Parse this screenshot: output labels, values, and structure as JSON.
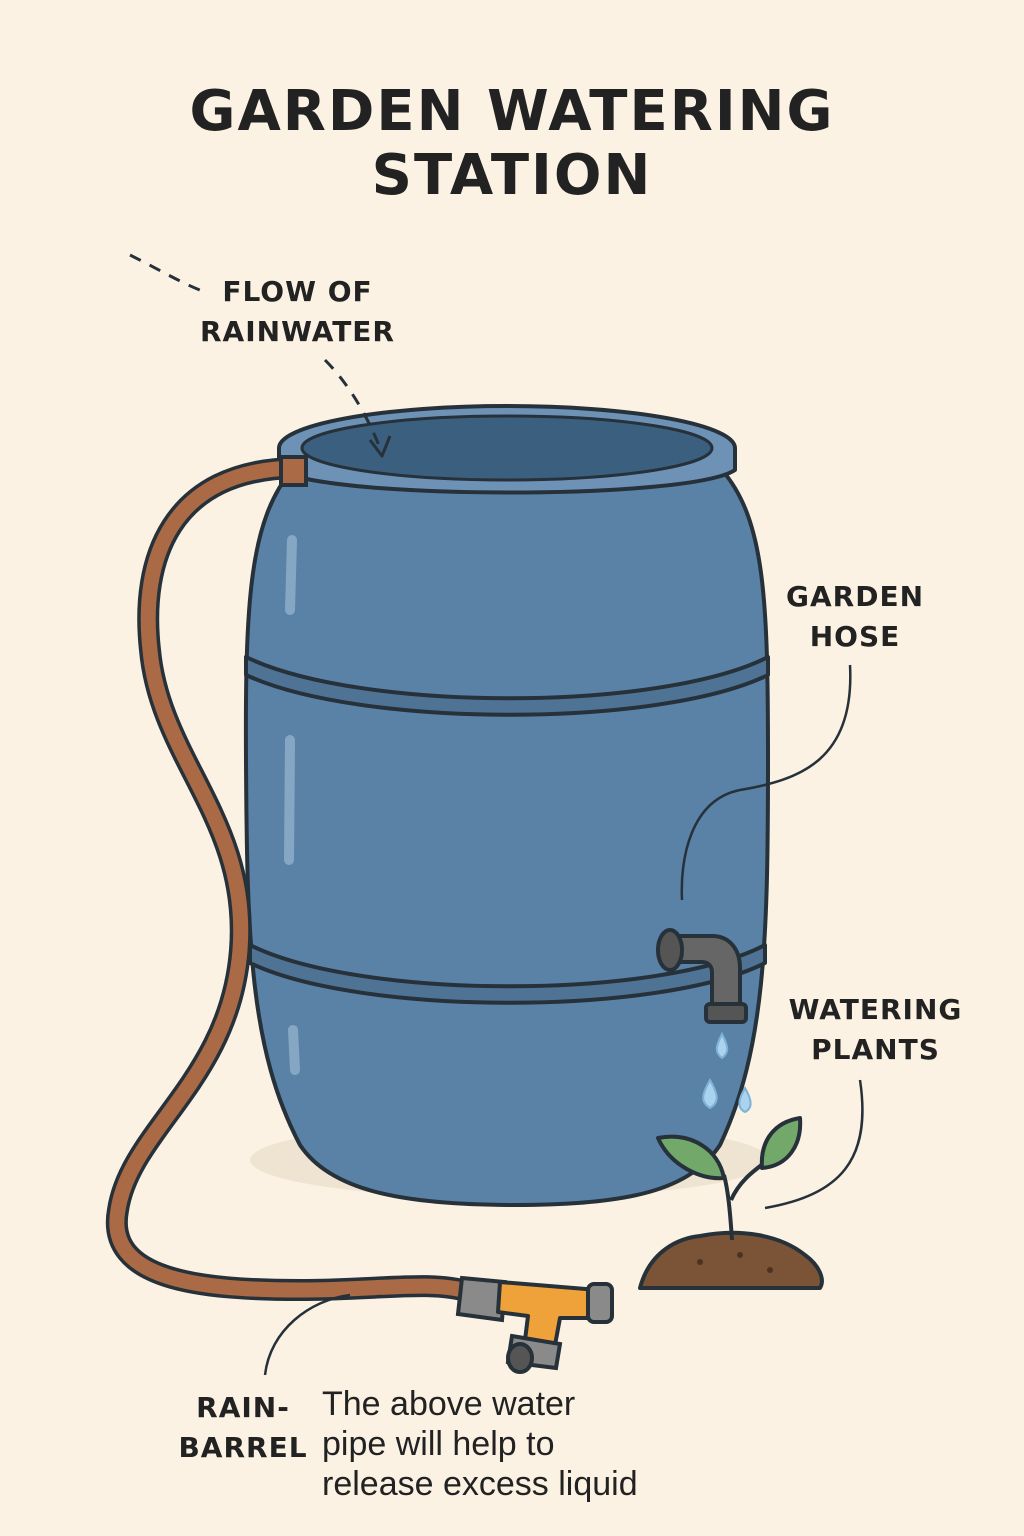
{
  "title_line1": "GARDEN WATERING",
  "title_line2": "STATION",
  "labels": {
    "flow": [
      "FLOW OF",
      "RAINWATER"
    ],
    "hose": [
      "GARDEN",
      "HOSE"
    ],
    "plants": [
      "WATERING",
      "PLANTS"
    ],
    "barrel": [
      "RAIN-",
      "BARREL"
    ]
  },
  "note": [
    "The above water",
    "pipe will help to",
    "release excess liquid"
  ],
  "colors": {
    "background": "#fbf2e4",
    "barrel": "#5a81a6",
    "hose": "#a96a45",
    "nozzle": "#f0a23a",
    "leaf": "#72a86a",
    "soil": "#7b5438",
    "water": "#a9d3ee"
  }
}
